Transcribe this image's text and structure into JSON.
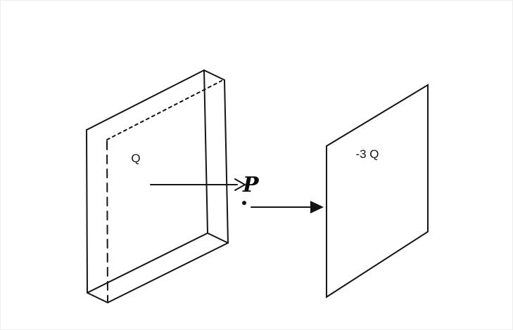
{
  "diagram": {
    "slab_label": "Q",
    "point_label": "P",
    "plane_label": "-3 Q"
  },
  "colors": {
    "line": "#141414",
    "background": "#ffffff"
  }
}
